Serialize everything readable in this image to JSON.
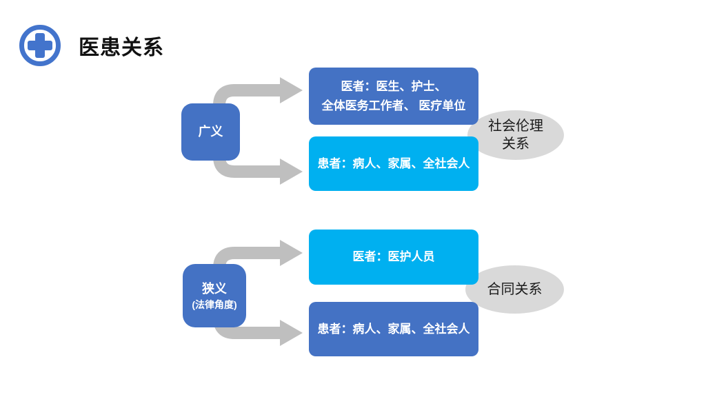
{
  "slide": {
    "title": "医患关系"
  },
  "colors": {
    "primary_blue": "#4472C4",
    "cyan": "#00B0F0",
    "arrow_gray": "#BFBFBF",
    "ellipse_gray": "#D9D9D9",
    "icon_blue": "#4374CC",
    "title_text": "#111111",
    "box_text": "#FFFFFF"
  },
  "diagram": {
    "groups": [
      {
        "branch": {
          "label": "广义",
          "sublabel": ""
        },
        "items": [
          {
            "lines": [
              "医者：医生、护士、",
              "全体医务工作者、 医疗单位"
            ],
            "color": "#4472C4"
          },
          {
            "lines": [
              "患者：病人、家属、全社会人"
            ],
            "color": "#00B0F0"
          }
        ],
        "relation": {
          "lines": [
            "社会伦理",
            "关系"
          ]
        }
      },
      {
        "branch": {
          "label": "狭义",
          "sublabel": "(法律角度)"
        },
        "items": [
          {
            "lines": [
              "医者：医护人员"
            ],
            "color": "#00B0F0"
          },
          {
            "lines": [
              "患者：病人、家属、全社会人"
            ],
            "color": "#4472C4"
          }
        ],
        "relation": {
          "lines": [
            "合同关系"
          ]
        }
      }
    ]
  }
}
